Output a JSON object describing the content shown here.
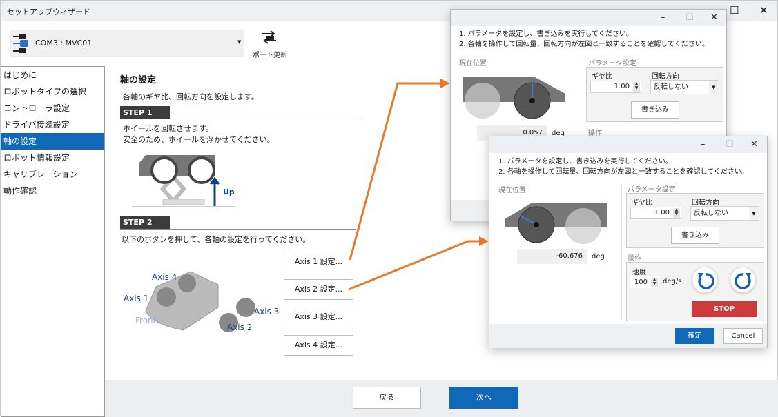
{
  "window": {
    "title": "セットアップウィザード"
  },
  "toolbar": {
    "port_value": "COM3 : MVC01",
    "refresh_label": "ポート更新"
  },
  "sidebar": {
    "items": [
      {
        "label": "はじめに"
      },
      {
        "label": "ロボットタイプの選択"
      },
      {
        "label": "コントローラ設定"
      },
      {
        "label": "ドライバ接続設定"
      },
      {
        "label": "軸の設定",
        "selected": true
      },
      {
        "label": "ロボット情報設定"
      },
      {
        "label": "キャリブレーション"
      },
      {
        "label": "動作確認"
      }
    ]
  },
  "main": {
    "title": "軸の設定",
    "description": "各軸のギヤ比、回転方向を設定します。",
    "step1": {
      "label": "STEP 1",
      "line1": "ホイールを回転させます。",
      "line2": "安全のため、ホイールを浮かせてください。",
      "up_label": "Up"
    },
    "step2": {
      "label": "STEP 2",
      "text": "以下のボタンを押して、各軸の設定を行ってください。",
      "diagram_labels": {
        "axis1": "Axis 1",
        "axis2": "Axis 2",
        "axis3": "Axis 3",
        "axis4": "Axis 4",
        "front": "Front"
      },
      "buttons": [
        "Axis 1 設定...",
        "Axis 2 設定...",
        "Axis 3 設定...",
        "Axis 4 設定..."
      ]
    },
    "back_label": "戻る",
    "next_label": "次へ"
  },
  "dialog1": {
    "instr1": "1. パラメータを設定し、書き込みを実行してください。",
    "instr2": "2. 各軸を操作して回転量、回転方向が左図と一致することを確認してください。",
    "position_label": "現在位置",
    "position_value": "0.057",
    "unit": "deg",
    "param_label": "パラメータ設定",
    "gear_label": "ギヤ比",
    "gear_value": "1.00",
    "dir_label": "回転方向",
    "dir_value": "反転しない",
    "write_label": "書き込み",
    "op_label": "操作"
  },
  "dialog2": {
    "instr1": "1. パラメータを設定し、書き込みを実行してください。",
    "instr2": "2. 各軸を操作して回転量、回転方向が左図と一致することを確認してください。",
    "position_label": "現在位置",
    "position_value": "-60.676",
    "unit": "deg",
    "param_label": "パラメータ設定",
    "gear_label": "ギヤ比",
    "gear_value": "1.00",
    "dir_label": "回転方向",
    "dir_value": "反転しない",
    "write_label": "書き込み",
    "op_label": "操作",
    "speed_label": "速度",
    "speed_value": "100",
    "speed_unit": "deg/s",
    "stop_label": "STOP",
    "ok_label": "確定",
    "cancel_label": "Cancel"
  },
  "colors": {
    "accent": "#1068b8",
    "stop": "#d0393b",
    "arrow": "#e8782a"
  }
}
